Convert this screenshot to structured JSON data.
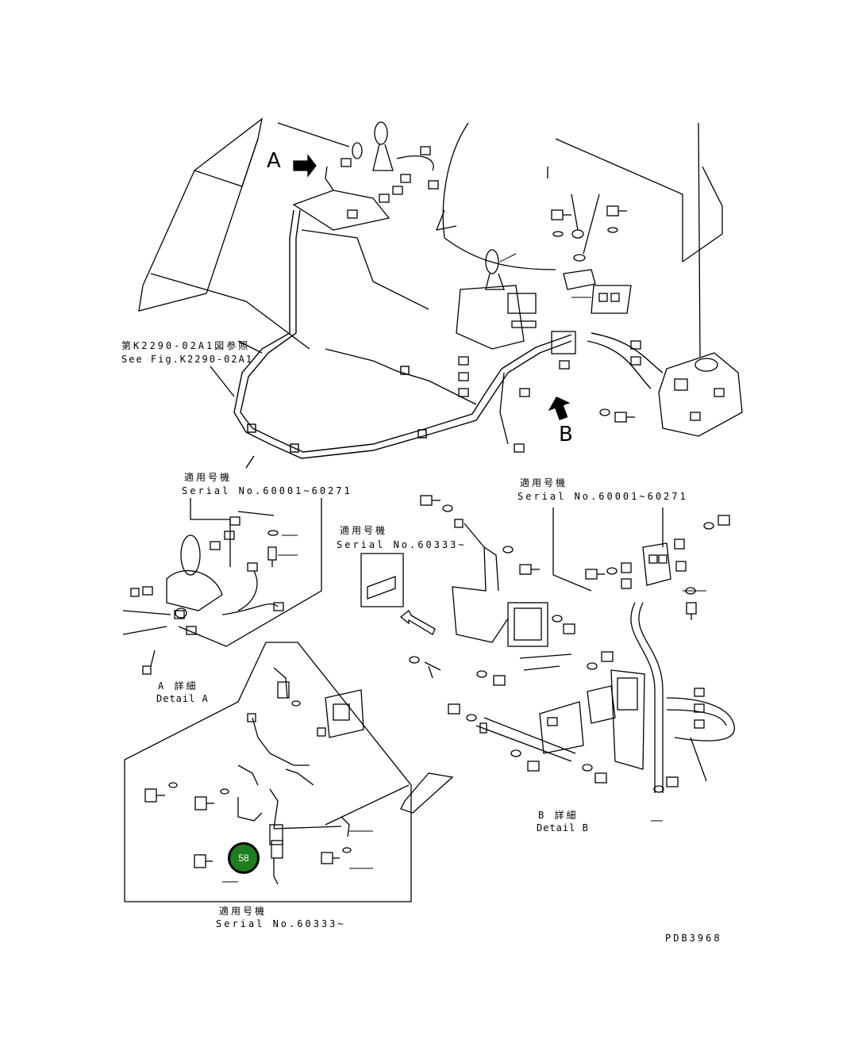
{
  "callouts": {
    "a": "A",
    "b": "B"
  },
  "see_fig_jp": "第K2290-02A1図参照",
  "see_fig_en": "See Fig.K2290-02A1",
  "serial_block_1": {
    "jp": "適用号機",
    "en": "Serial No.60001~60271"
  },
  "serial_block_2": {
    "jp": "適用号機",
    "en": "Serial No.60333~"
  },
  "serial_block_3": {
    "jp": "適用号機",
    "en": "Serial No.60001~60271"
  },
  "serial_block_4": {
    "jp": "適用号機",
    "en": "Serial No.60333~"
  },
  "detail_a": {
    "jp": "A 詳細",
    "en": "Detail A"
  },
  "detail_b": {
    "jp": "B 詳細",
    "en": "Detail B"
  },
  "hotspot_part": "58",
  "drawing_code": "PDB3968",
  "colors": {
    "hotspot_fill": "#1e7d1e",
    "line": "#000000"
  }
}
